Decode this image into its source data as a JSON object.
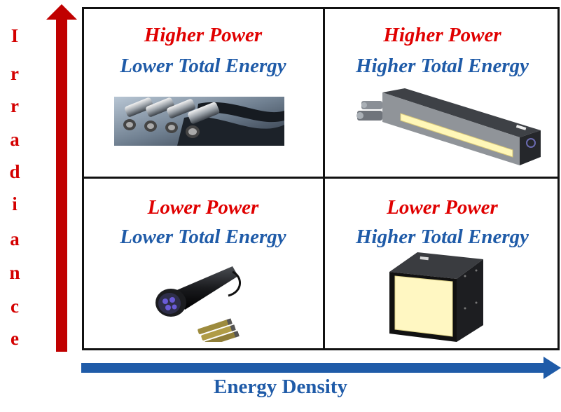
{
  "y_axis": {
    "label": "Irradiance",
    "letters": [
      "I",
      "r",
      "r",
      "a",
      "d",
      "i",
      "a",
      "n",
      "c",
      "e"
    ],
    "color": "#c00000"
  },
  "x_axis": {
    "label": "Energy Density",
    "color": "#1f5ba8"
  },
  "quadrants": {
    "top_left": {
      "line1": "Higher Power",
      "line2": "Lower Total Energy",
      "image": "fiber-optic-light-guides-icon"
    },
    "top_right": {
      "line1": "Higher Power",
      "line2": "Higher Total Energy",
      "image": "linear-uv-led-array-icon"
    },
    "bottom_left": {
      "line1": "Lower Power",
      "line2": "Lower Total Energy",
      "image": "uv-flashlight-with-batteries-icon"
    },
    "bottom_right": {
      "line1": "Lower Power",
      "line2": "Higher Total Energy",
      "image": "uv-led-flood-lamp-icon"
    }
  },
  "colors": {
    "power": "#e00000",
    "energy": "#1f5ba8",
    "grid": "#111111"
  }
}
